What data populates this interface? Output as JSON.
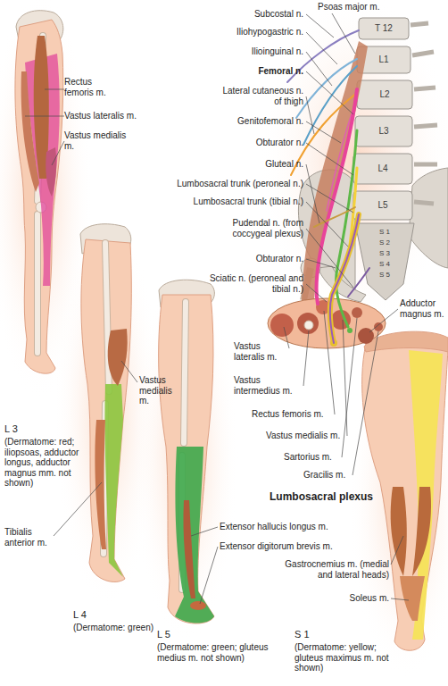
{
  "diagram": {
    "labels": [
      "Subcostal n.",
      "Psoas major m.",
      "T 12",
      "Iliohypogastric n.",
      "L1",
      "Ilioinguinal n.",
      "Femoral n.",
      "Rectus femoris m.",
      "L2",
      "Lateral cutaneous n. of thigh",
      "Vastus lateralis m.",
      "Genitofemoral n.",
      "L3",
      "Vastus medialis m.",
      "Obturator n.",
      "L4",
      "Gluteal n.",
      "Lumbosacral trunk (peroneal n.)",
      "L5",
      "Lumbosacral trunk (tibial n.)",
      "S 1",
      "S 2",
      "S 3",
      "S 4",
      "S 5",
      "Pudendal n. (from coccygeal plexus)",
      "Obturator n.",
      "Sciatic n. (peroneal and tibial n.)",
      "Adductor magnus m.",
      "Vastus lateralis m.",
      "Vastus medialis m.",
      "Vastus intermedius m.",
      "Rectus femoris m.",
      "L 3",
      "(Dermatome: red; iliopsoas, adductor longus, adductor magnus mm. not shown)",
      "Vastus medialis m.",
      "Sartorius m.",
      "Gracilis m.",
      "Lumbosacral plexus",
      "Extensor hallucis longus m.",
      "Tibialis anterior m.",
      "Extensor digitorum brevis m.",
      "Gastrocnemius m. (medial and lateral heads)",
      "Soleus m.",
      "L 4",
      "(Dermatome: green)",
      "L 5",
      "(Dermatome: green; gluteus medius m. not shown)",
      "S 1",
      "(Dermatome: yellow; gluteus maximus m. not shown)"
    ]
  }
}
